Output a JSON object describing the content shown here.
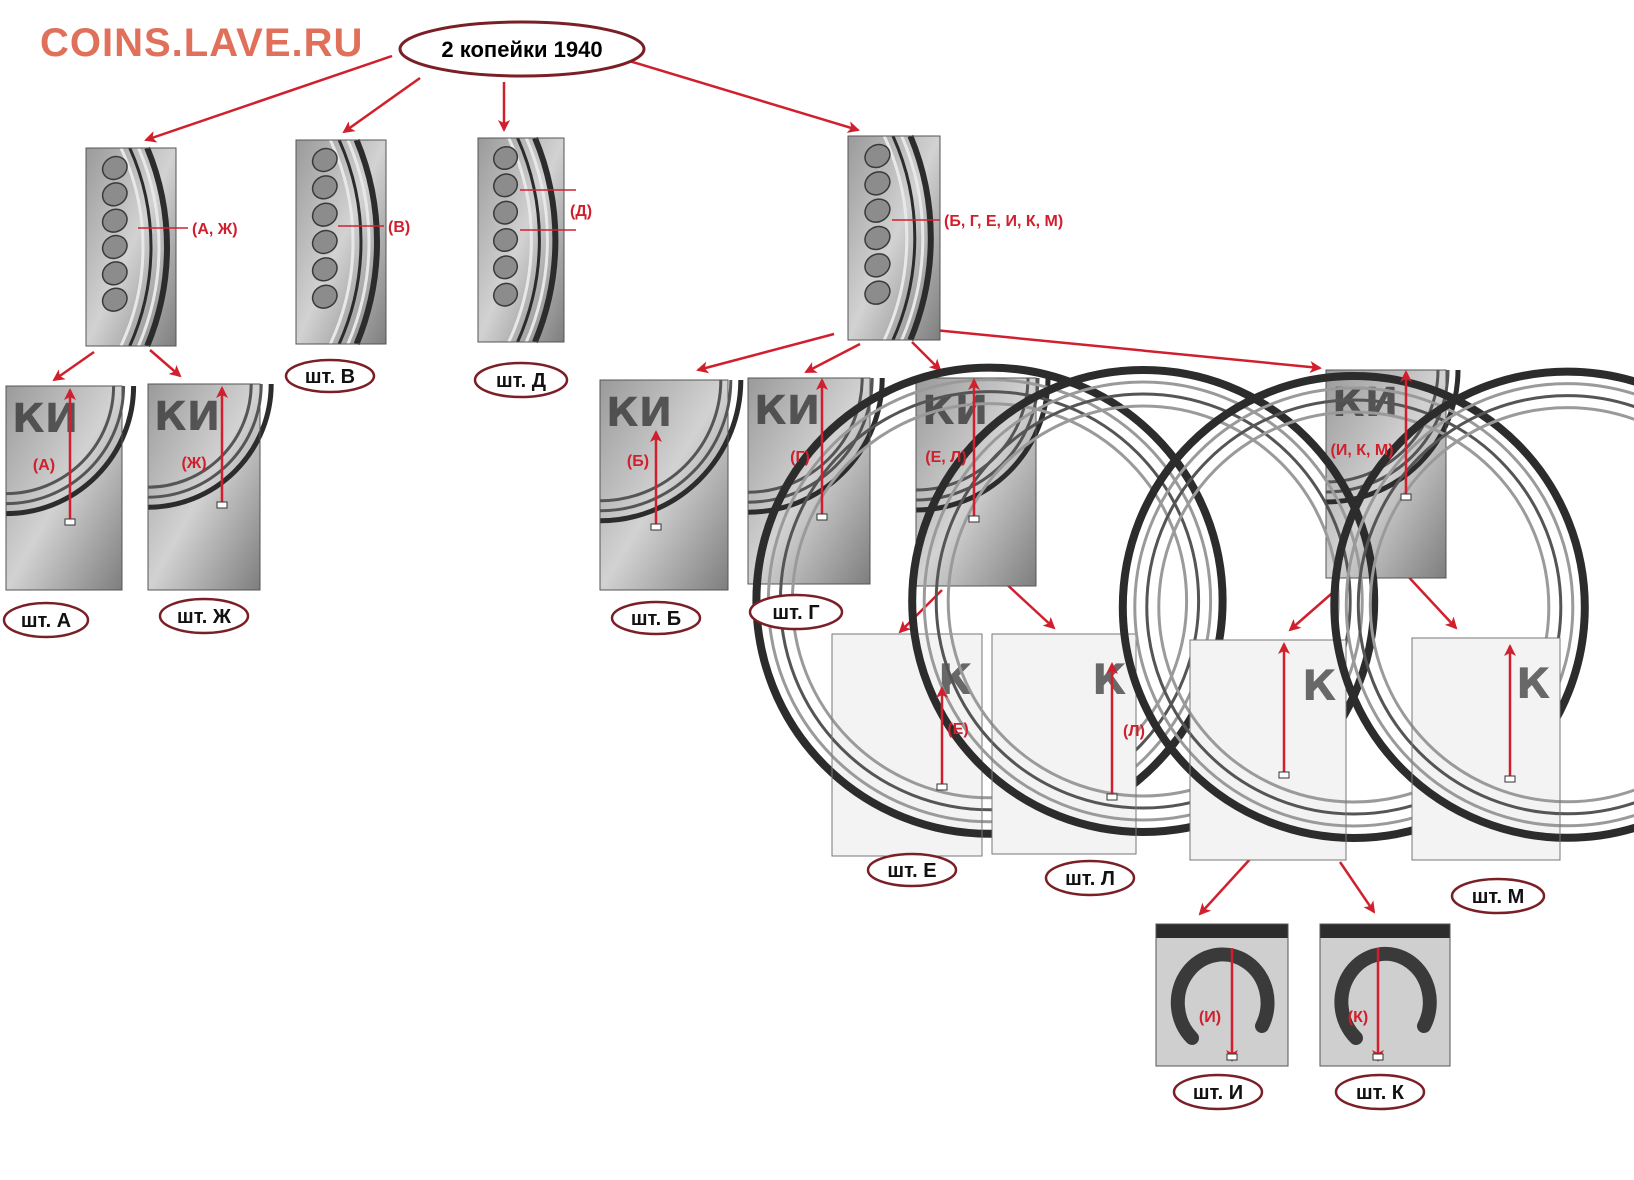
{
  "colors": {
    "arrow": "#d0202e",
    "logo": "#e0705a",
    "oval_border": "#7a1f26",
    "photo_dark": "#2c2c2c",
    "photo_light": "#b7b7b7"
  },
  "site_logo": "COINS.LAVE.RU",
  "root": {
    "label": "2 копейки 1940"
  },
  "groups": [
    {
      "id": "g-azh",
      "note": "(А, Ж)"
    },
    {
      "id": "g-v",
      "note": "(В)",
      "label": "шт. В"
    },
    {
      "id": "g-d",
      "note": "(Д)",
      "label": "шт. Д"
    },
    {
      "id": "g-bg",
      "note": "(Б, Г, Е, И, К, М)"
    }
  ],
  "varieties": [
    {
      "id": "a",
      "note": "(А)",
      "label": "шт. А"
    },
    {
      "id": "zh",
      "note": "(Ж)",
      "label": "шт. Ж"
    },
    {
      "id": "b",
      "note": "(Б)",
      "label": "шт. Б"
    },
    {
      "id": "g",
      "note": "(Г)",
      "label": "шт. Г"
    },
    {
      "id": "el",
      "note": "(Е, Л)"
    },
    {
      "id": "ikm",
      "note": "(И, К, М)"
    },
    {
      "id": "e",
      "note": "(Е)",
      "label": "шт. Е"
    },
    {
      "id": "l",
      "note": "(Л)",
      "label": "шт. Л"
    },
    {
      "id": "ik",
      "note": ""
    },
    {
      "id": "m",
      "note": "",
      "label": "шт. М"
    },
    {
      "id": "i",
      "note": "(И)",
      "label": "шт. И"
    },
    {
      "id": "k",
      "note": "(К)",
      "label": "шт. К"
    }
  ]
}
